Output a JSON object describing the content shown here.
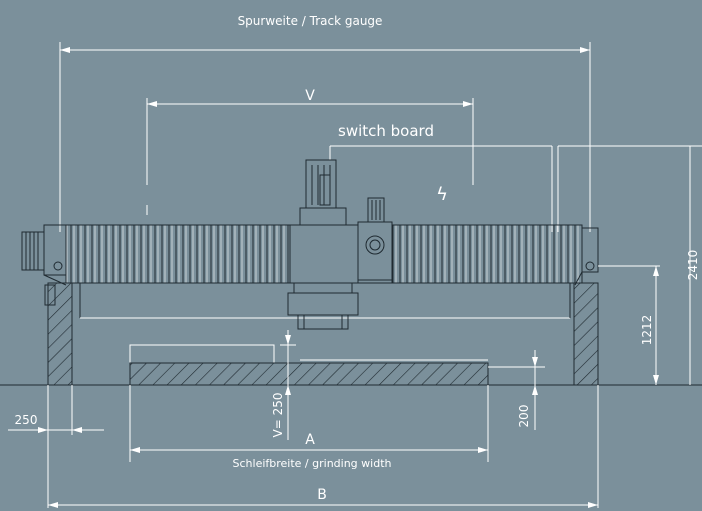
{
  "labels": {
    "track_gauge": "Spurweite / Track gauge",
    "v_top": "V",
    "switch_board": "switch board",
    "dim_2410": "2410",
    "dim_1212": "1212",
    "dim_250_left": "250",
    "dim_v250": "V= 250",
    "dim_200": "200",
    "dim_a": "A",
    "grinding_width": "Schleifbreite / grinding width",
    "dim_b": "B",
    "lightning": "ϟ"
  },
  "colors": {
    "background": "#7b909b",
    "line": "#ffffff",
    "dark": "#1f2a31"
  }
}
